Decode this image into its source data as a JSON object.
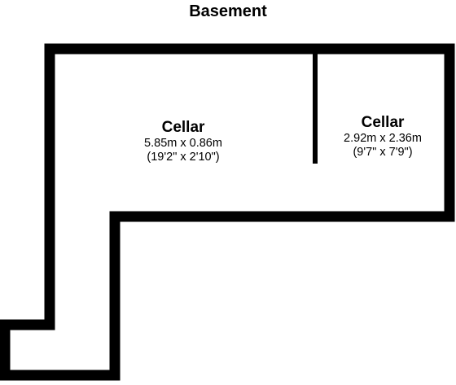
{
  "plan": {
    "title": "Basement",
    "wall_color": "#000000",
    "background": "#ffffff"
  },
  "rooms": [
    {
      "name": "Cellar",
      "dim_metric": "5.85m x 0.86m",
      "dim_imperial": "(19'2\" x 2'10\")"
    },
    {
      "name": "Cellar",
      "dim_metric": "2.92m x 2.36m",
      "dim_imperial": "(9'7\" x 7'9\")"
    }
  ]
}
